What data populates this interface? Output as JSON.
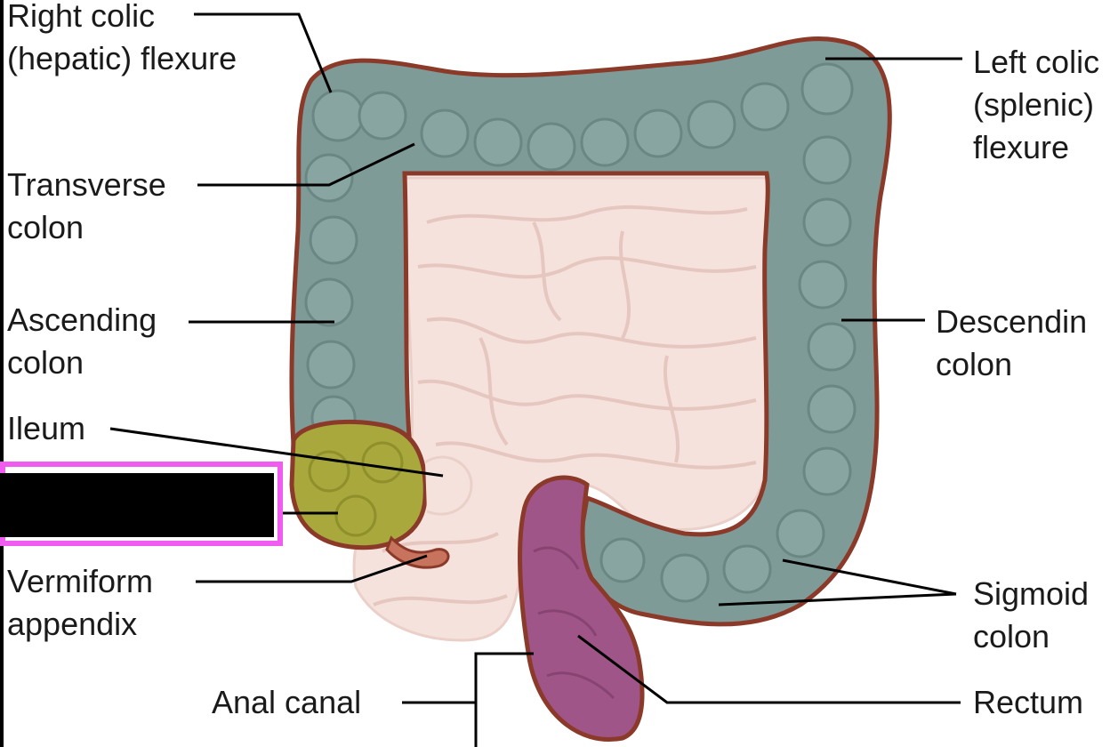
{
  "labels": {
    "right_colic": [
      "Right colic",
      "(hepatic) flexure"
    ],
    "transverse": [
      "Transverse",
      "colon"
    ],
    "ascending": [
      "Ascending",
      "colon"
    ],
    "ileum": [
      "Ileum"
    ],
    "vermiform": [
      "Vermiform",
      "appendix"
    ],
    "anal_canal": [
      "Anal canal"
    ],
    "left_colic": [
      "Left colic",
      "(splenic)",
      "flexure"
    ],
    "descending": [
      "Descendin",
      "colon"
    ],
    "sigmoid": [
      "Sigmoid",
      "colon"
    ],
    "rectum": [
      "Rectum"
    ]
  },
  "colors": {
    "colon": "#7f9b98",
    "colon_outline": "#8b3a2a",
    "cecum": "#a8a83c",
    "rectum": "#a05588",
    "intestine": "#f3ddd6",
    "highlight": "#f05cf0",
    "line": "#000000"
  }
}
